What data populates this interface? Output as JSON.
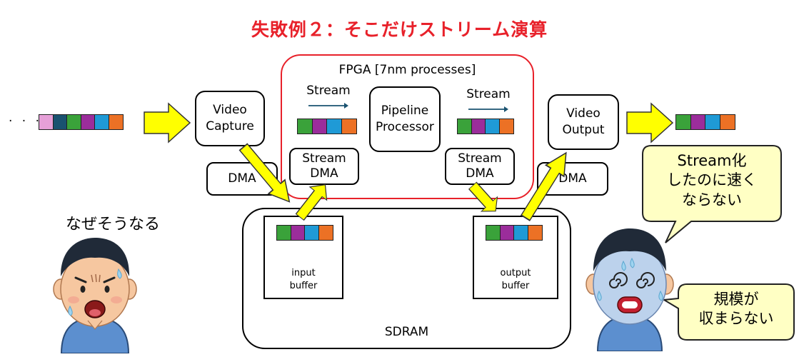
{
  "title": "失敗例２：そこだけストリーム演算",
  "fpga": {
    "label": "FPGA [7nm processes]"
  },
  "blocks": {
    "video_capture": "Video\nCapture",
    "video_output": "Video\nOutput",
    "pipeline": "Pipeline\nProcessor",
    "dma": "DMA",
    "stream_dma": "Stream\nDMA",
    "sdram": "SDRAM",
    "stream": "Stream",
    "input_buffer": "input\nbuffer",
    "output_buffer": "output\nbuffer"
  },
  "ellipsis": "· · ·",
  "left_person": {
    "caption": "なぜそうなる"
  },
  "bubbles": {
    "top": "Stream化\nしたのに速く\nならない",
    "bottom": "規模が\n収まらない"
  },
  "colors": {
    "accent_red": "#e8212a",
    "arrow_yellow": "#ffff00",
    "pink": "#e6a0d8",
    "navy": "#1a5270",
    "green": "#3aa23a",
    "purple": "#9b2d9b",
    "blue": "#1f9ad6",
    "orange": "#ec7125",
    "bubble_fill": "#ffffc4"
  },
  "strips": {
    "input_stream": [
      "pink",
      "navy",
      "green",
      "purple",
      "blue",
      "orange"
    ],
    "four": [
      "green",
      "purple",
      "blue",
      "orange"
    ]
  }
}
